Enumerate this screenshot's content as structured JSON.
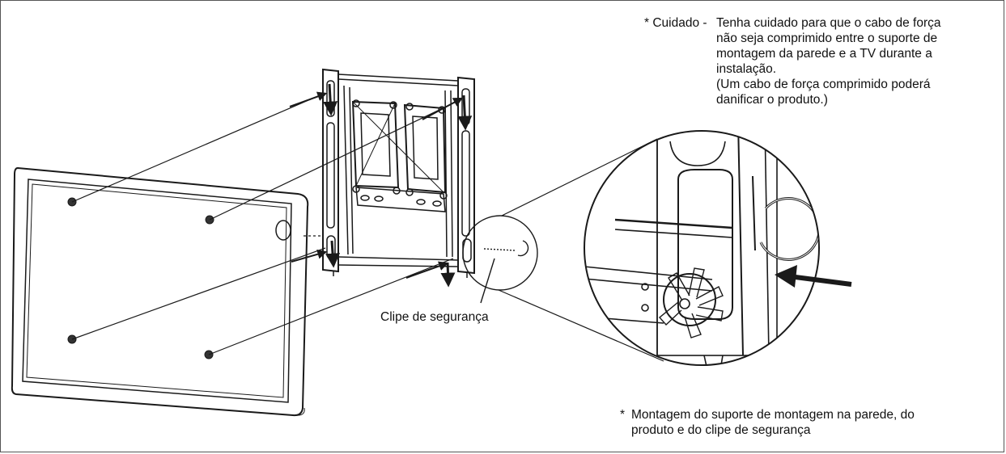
{
  "caution": {
    "heading": "* Cuidado -",
    "lines": [
      "Tenha cuidado para que o cabo de força",
      "não seja comprimido entre o suporte de",
      "montagem da parede e a TV durante a",
      "instalação.",
      "(Um cabo de força comprimido poderá",
      "danificar o produto.)"
    ]
  },
  "callout": {
    "clip_label": "Clipe de segurança"
  },
  "note": {
    "marker": "*",
    "lines": [
      "Montagem do suporte de montagem na parede, do",
      "produto e do clipe de segurança"
    ]
  },
  "colors": {
    "line": "#1a1a1a",
    "frame": "#555555",
    "background": "#ffffff"
  },
  "icons": [
    "tv-screen-icon",
    "wall-bracket-icon",
    "safety-clip-icon",
    "magnifier-circle-icon",
    "arrow-icon"
  ]
}
